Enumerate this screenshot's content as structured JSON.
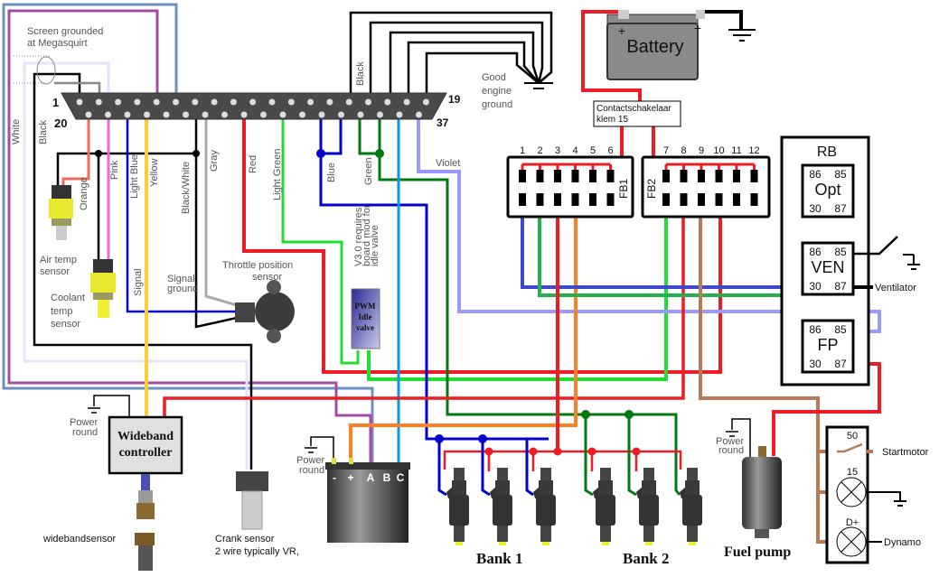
{
  "diagram": {
    "type": "wiring-diagram",
    "connector": {
      "pin_first_top": "1",
      "pin_last_top": "19",
      "pin_first_bottom": "20",
      "pin_last_bottom": "37",
      "screen_note": "Screen grounded at Megasquirt",
      "screen_note_line1": "Screen grounded",
      "screen_note_line2": "at Megasquirt"
    },
    "ground": {
      "label_line1": "Good",
      "label_line2": "engine",
      "label_line3": "ground",
      "wire_label": "Black"
    },
    "wire_labels": {
      "white": "White",
      "black": "Black",
      "orange": "Orange",
      "pink": "Pink",
      "light_blue": "Light Blue",
      "yellow": "Yellow",
      "black_white": "Black/White",
      "gray": "Gray",
      "red": "Red",
      "light_green": "Light Green",
      "blue": "Blue",
      "green": "Green",
      "violet": "Violet",
      "signal": "Signal",
      "signal_ground_1": "Signal",
      "signal_ground_2": "ground"
    },
    "components": {
      "air_temp_1": "Air temp",
      "air_temp_2": "sensor",
      "coolant_1": "Coolant",
      "coolant_2": "temp",
      "coolant_3": "sensor",
      "tps_1": "Throttle position",
      "tps_2": "sensor",
      "idle_note_1": "V3.0 requires",
      "idle_note_2": "board mod for",
      "idle_note_3": "idle valve",
      "idle_1": "PWM",
      "idle_2": "Idle",
      "idle_3": "valve",
      "wideband_1": "Wideband",
      "wideband_2": "controller",
      "wideband_sensor": "widebandsensor",
      "crank_1": "Crank sensor",
      "crank_2": "2 wire typically VR,",
      "power_ground_1": "Power",
      "power_ground_2": "round",
      "coil_pins": [
        "-",
        "+",
        "A",
        "B",
        "C"
      ],
      "bank1": "Bank 1",
      "bank2": "Bank 2",
      "fuel_pump": "Fuel pump"
    },
    "battery": {
      "label": "Battery",
      "plus": "+",
      "minus": "−"
    },
    "ignition": {
      "line1": "Contactschakelaar",
      "line2": "klem 15"
    },
    "fuse_boxes": {
      "fb1_label": "FB1",
      "fb2_label": "FB2",
      "fb1_numbers": [
        "1",
        "2",
        "3",
        "4",
        "5",
        "6"
      ],
      "fb2_numbers": [
        "7",
        "8",
        "9",
        "10",
        "11",
        "12"
      ]
    },
    "relay_box": {
      "title": "RB",
      "relays": [
        {
          "name": "Opt",
          "t86": "86",
          "t85": "85",
          "t30": "30",
          "t87": "87"
        },
        {
          "name": "VEN",
          "t86": "86",
          "t85": "85",
          "t30": "30",
          "t87": "87"
        },
        {
          "name": "FP",
          "t86": "86",
          "t85": "85",
          "t30": "30",
          "t87": "87"
        }
      ],
      "ventilator": "Ventilator"
    },
    "ignition_switch": {
      "t50": "50",
      "t15": "15",
      "tdplus": "D+",
      "startmotor": "Startmotor",
      "dynamo": "Dynamo"
    },
    "colors": {
      "red": "#ee1c24",
      "black": "#000000",
      "blue": "#0000cc",
      "green": "#007a10",
      "light_green": "#22dd33",
      "light_blue": "#0099ee",
      "violet": "#9999ff",
      "purple": "#a24ca2",
      "steel_blue": "#6e90c0",
      "yellow": "#ffcc33",
      "orange": "#ff8020",
      "pink": "#ee66dd",
      "gray": "#aaaaaa",
      "brown": "#b87a55",
      "fb_blue": "#3f48cc",
      "fb_green": "#22b14c"
    }
  }
}
